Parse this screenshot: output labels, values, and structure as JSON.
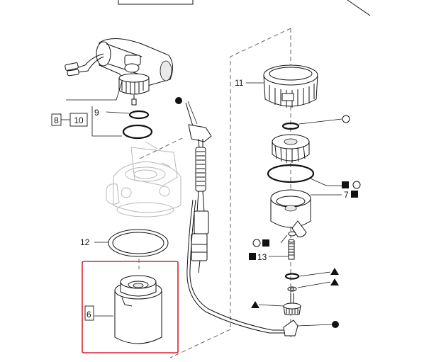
{
  "labels": {
    "l8": "8",
    "l10": "10",
    "l9": "9",
    "l11": "11",
    "l7": "7",
    "l12": "12",
    "l13": "13",
    "l6": "6"
  },
  "colors": {
    "highlight": "#d9252c",
    "ink": "#111111",
    "ghost": "#b8b8b8"
  },
  "symbols": [
    "filled-circle",
    "open-circle",
    "filled-square",
    "filled-triangle"
  ]
}
